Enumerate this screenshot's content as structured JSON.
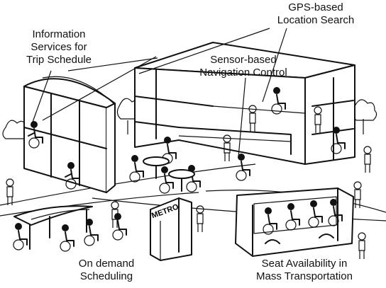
{
  "labels": {
    "info_services": "Information\nServices for\nTrip Schedule",
    "gps_search": "GPS-based\nLocation Search",
    "sensor_nav": "Sensor-based\nNavigation Control",
    "on_demand": "On demand\nScheduling",
    "seat_availability": "Seat Availability in\nMass Transportation",
    "metro_sign": "METRO"
  }
}
